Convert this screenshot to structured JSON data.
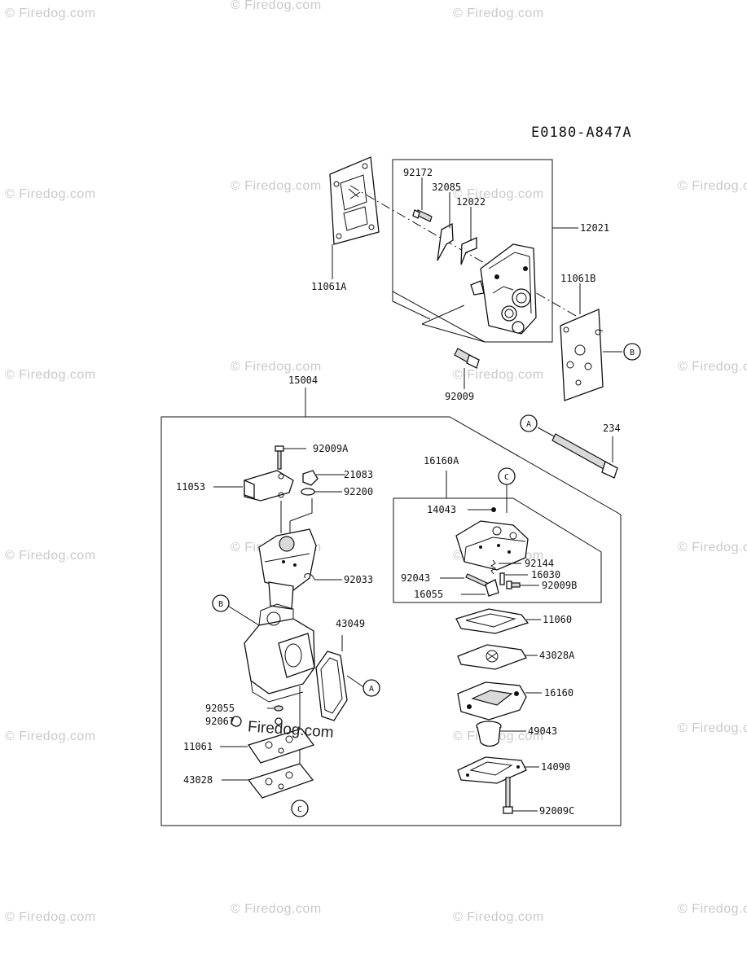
{
  "watermark": "© Firedog.com",
  "watermark_center": "Firedog.com",
  "diagram_code": "E0180-A847A",
  "callouts": {
    "a": "A",
    "b": "B",
    "c": "C"
  },
  "parts": {
    "p92172": "92172",
    "p32085": "32085",
    "p12022": "12022",
    "p12021": "12021",
    "p11061A": "11061A",
    "p11061B": "11061B",
    "p92009": "92009",
    "p15004": "15004",
    "p234": "234",
    "p92009A": "92009A",
    "p21083": "21083",
    "p11053": "11053",
    "p92200": "92200",
    "p16160A": "16160A",
    "p14043": "14043",
    "p92033": "92033",
    "p92144": "92144",
    "p92043": "92043",
    "p16030": "16030",
    "p16055": "16055",
    "p92009B": "92009B",
    "p11060": "11060",
    "p43049": "43049",
    "p43028A": "43028A",
    "p16160": "16160",
    "p92055": "92055",
    "p92067": "92067",
    "p49043": "49043",
    "p11061": "11061",
    "p14090": "14090",
    "p43028": "43028",
    "p92009C": "92009C"
  }
}
